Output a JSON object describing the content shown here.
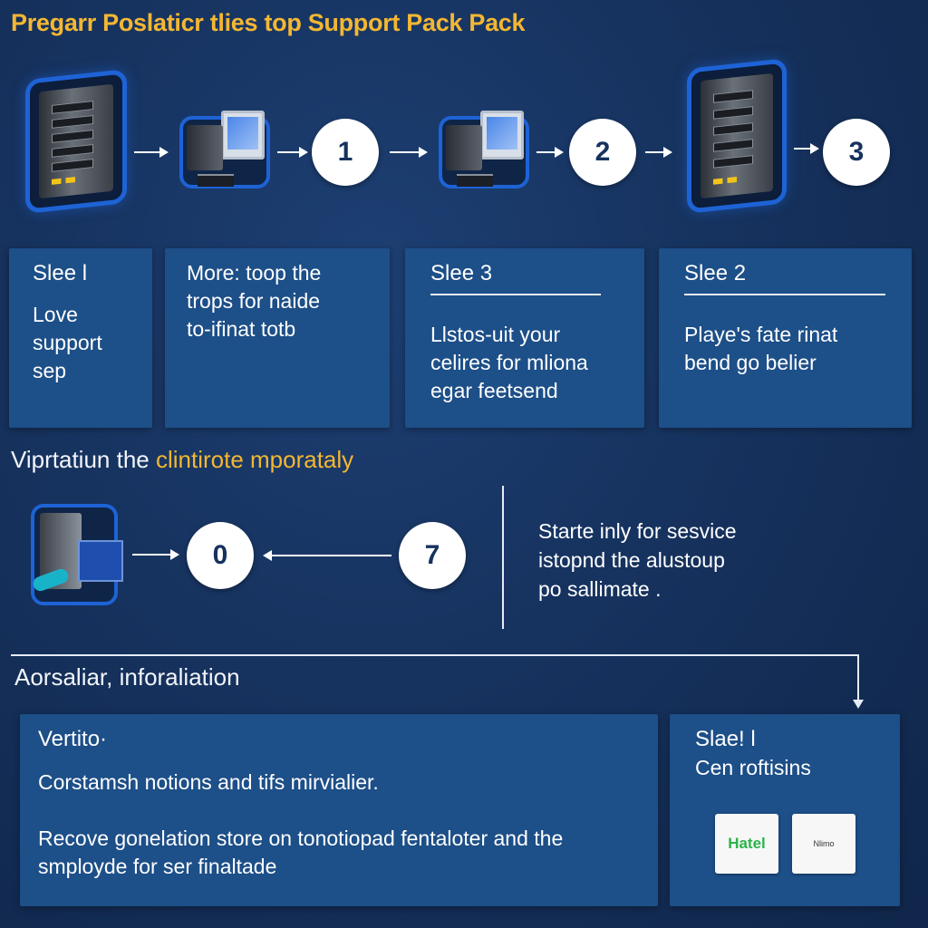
{
  "header": {
    "title": "Pregarr Poslaticr tlies top Support Pack Pack"
  },
  "flow_top": {
    "steps": [
      "1",
      "2",
      "3"
    ]
  },
  "cards_top": [
    {
      "title": "Slee l",
      "body": [
        "Love",
        "support",
        "sep"
      ]
    },
    {
      "title": "",
      "body": [
        "More: toop the",
        "trops for naide",
        "to-ifinat totb"
      ]
    },
    {
      "title": "Slee 3",
      "body": [
        "Llstos-uit your",
        "celires for mliona",
        "egar feetsend"
      ]
    },
    {
      "title": "Slee 2",
      "body": [
        "Playe's fate rinat",
        "bend go belier"
      ]
    }
  ],
  "section_middle": {
    "heading_plain": "Viprtatiun the ",
    "heading_highlight": "clintirote mporataly",
    "left_circle": "0",
    "right_circle": "7",
    "side_text": [
      "Starte inly for sesvice",
      "istopnd the alustoup",
      "po sallimate ."
    ]
  },
  "section_bottom": {
    "heading": "Aorsaliar, inforaliation",
    "main_card": {
      "title": "Vertito·",
      "line1": "Corstamsh notions and tifs mirvialier.",
      "line2": [
        "Recove gonelation store on tonotiopad fentaloter and the",
        "smployde for ser finaltade"
      ]
    },
    "side_card": {
      "title": "Slae! l",
      "subtitle": "Cen roftisins",
      "logos": [
        "Hatel",
        "Nlimo"
      ]
    }
  },
  "colors": {
    "accent": "#f4b732",
    "card": "#1d4f88",
    "background": "#16325e",
    "frame": "#1e63d6"
  },
  "icons": [
    "server-icon",
    "computer-icon",
    "storage-icon"
  ]
}
